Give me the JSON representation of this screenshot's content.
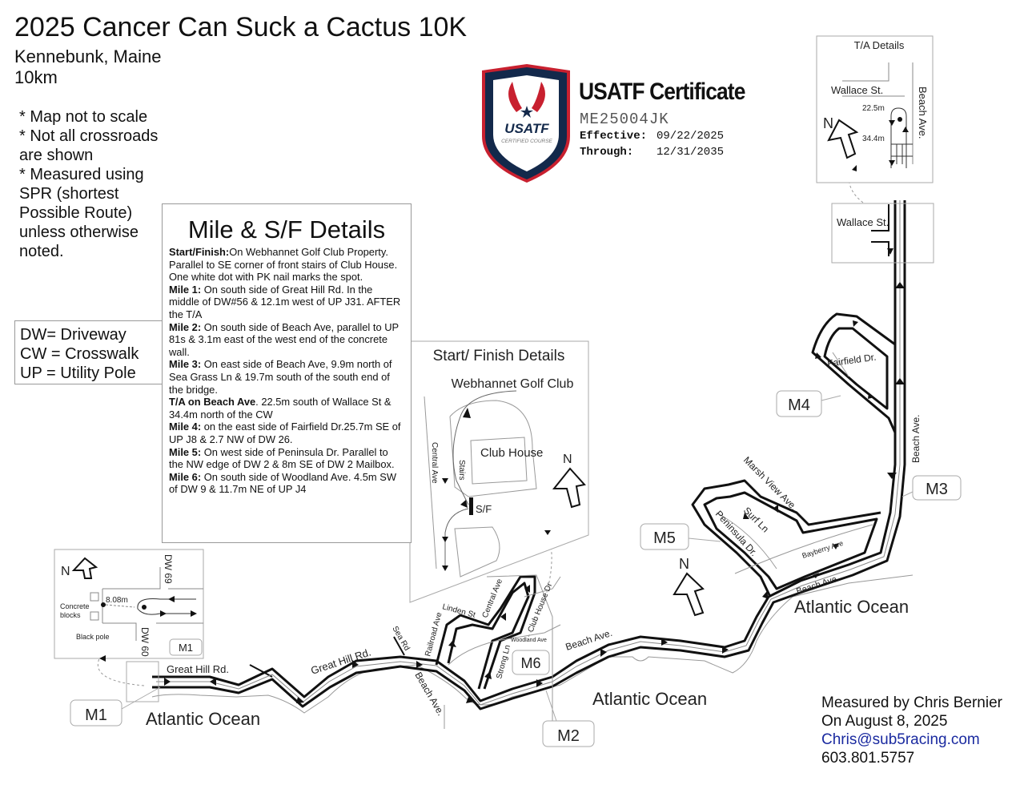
{
  "header": {
    "title": "2025 Cancer Can Suck a Cactus 10K",
    "location": "Kennebunk, Maine",
    "distance": "10km"
  },
  "notes": [
    "* Map not to  scale",
    "* Not all crossroads are shown",
    "* Measured using SPR  (shortest Possible Route) unless otherwise noted."
  ],
  "legend": [
    "DW= Driveway",
    "CW = Crosswalk",
    "UP = Utility Pole"
  ],
  "certificate": {
    "badge_text": "USATF",
    "badge_subtext": "CERTIFIED COURSE",
    "title": "USATF Certificate",
    "number": "ME25004JK",
    "effective_label": "Effective:",
    "effective_date": "09/22/2025",
    "through_label": "Through:",
    "through_date": "12/31/2035",
    "colors": {
      "navy": "#13294b",
      "red": "#c8202f"
    }
  },
  "mile_details": {
    "heading": "Mile & S/F Details",
    "items": [
      {
        "label": "Start/Finish:",
        "text": "On Webhannet Golf Club Property. Parallel to SE corner of front stairs of Club House.  One white dot with PK nail marks the spot."
      },
      {
        "label": "Mile 1:",
        "text": " On south side of Great Hill Rd. In the middle of DW#56 & 12.1m west of UP J31.  AFTER the T/A"
      },
      {
        "label": "Mile 2:",
        "text": "  On south side of Beach Ave, parallel to UP 81s & 3.1m east of the west end of the concrete wall."
      },
      {
        "label": "Mile 3:",
        "text": " On east side of Beach Ave,  9.9m north of Sea Grass Ln & 19.7m south of the south end of the bridge."
      },
      {
        "label": "T/A on Beach Ave",
        "text": ".  22.5m south of Wallace St & 34.4m north of the CW"
      },
      {
        "label": "Mile 4:",
        "text": " on the east side of Fairfield Dr.25.7m SE of UP J8 &  2.7 NW of DW 26."
      },
      {
        "label": "Mile 5:",
        "text": " On west side of Peninsula Dr.  Parallel to the NW edge of DW 2 & 8m SE of DW 2 Mailbox."
      },
      {
        "label": "Mile 6:",
        "text": " On south side of Woodland Ave.  4.5m SW of DW 9 & 11.7m NE of UP J4"
      }
    ]
  },
  "ta_details": {
    "heading": "T/A Details",
    "street": "Wallace St.",
    "road": "Beach Ave.",
    "dist_south": "22.5m",
    "dist_north": "34.4m",
    "north": "N"
  },
  "sf_details": {
    "heading": "Start/ Finish Details",
    "venue": "Webhannet Golf Club",
    "building": "Club House",
    "stairs": "Stairs",
    "road": "Central Ave",
    "marker": "S/F",
    "north": "N"
  },
  "m1_details": {
    "north": "N",
    "dw_top": "DW 69",
    "dw_bottom": "DW 60",
    "distance": "8.08m",
    "concrete": "Concrete blocks",
    "pole": "Black pole",
    "marker": "M1"
  },
  "map": {
    "north": "N",
    "wallace_label": "Wallace St.",
    "streets": {
      "great_hill_1": "Great Hill Rd.",
      "great_hill_2": "Great Hill Rd.",
      "sea_rd": "Sea Rd",
      "railroad": "Railroad Ave",
      "beach_1": "Beach Ave.",
      "beach_2": "Beach Ave.",
      "beach_3": "Beach Ave.",
      "beach_4": "Beach Ave.",
      "linden": "Linden St",
      "central": "Central Ave",
      "club_house_dr": "Club House Dr",
      "woodland": "Woodland Ave",
      "strong": "Strong Ln",
      "fairfield": "Fairfield Dr.",
      "marsh_view": "Marsh View  Ave.",
      "surf": "Surf Ln",
      "peninsula": "Peninsula Dr.",
      "bayberry": "Bayberry Ave"
    },
    "water": [
      "Atlantic Ocean",
      "Atlantic Ocean",
      "Atlantic Ocean"
    ],
    "markers": [
      "M1",
      "M2",
      "M3",
      "M4",
      "M5",
      "M6"
    ]
  },
  "measured_by": {
    "line1": "Measured by Chris Bernier",
    "line2": "On August 8, 2025",
    "email": "Chris@sub5racing.com",
    "phone": "603.801.5757"
  }
}
